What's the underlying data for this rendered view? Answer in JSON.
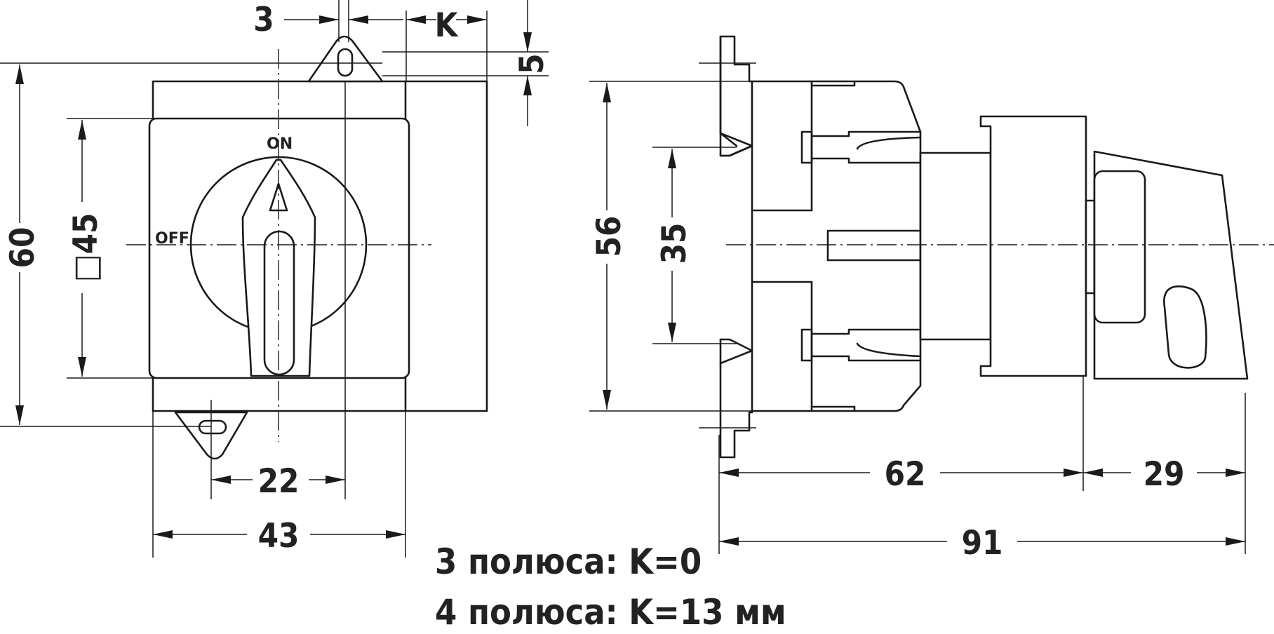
{
  "front_view": {
    "labels": {
      "on": "ON",
      "off": "OFF"
    },
    "dims": {
      "height": "60",
      "square": "□45",
      "top_gap": "3",
      "top_k": "K",
      "top_offset": "5",
      "offset_22": "22",
      "width_43": "43"
    }
  },
  "side_view": {
    "dims": {
      "height_56": "56",
      "height_35": "35",
      "depth_62": "62",
      "depth_29": "29",
      "depth_91": "91"
    }
  },
  "notes": {
    "line1": "3 полюса: K=0",
    "line2": "4 полюса: K=13 мм"
  }
}
